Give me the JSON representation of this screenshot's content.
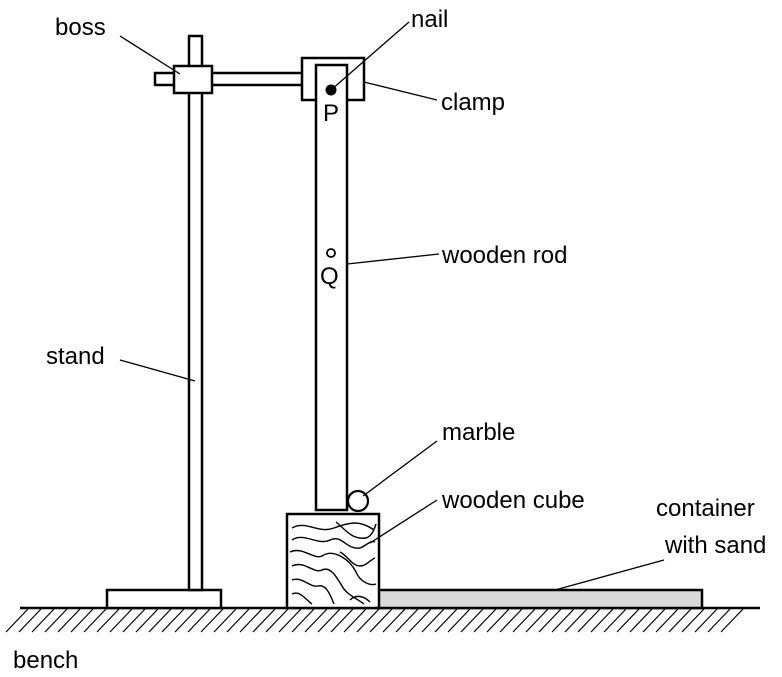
{
  "labels": {
    "boss": "boss",
    "nail": "nail",
    "clamp": "clamp",
    "point_p": "P",
    "point_q": "Q",
    "wooden_rod": "wooden rod",
    "stand": "stand",
    "marble": "marble",
    "wooden_cube": "wooden cube",
    "container_line1": "container",
    "container_line2": "with sand",
    "bench": "bench"
  },
  "colors": {
    "ink": "#000000",
    "sand": "#d9d9d9",
    "background": "#ffffff"
  }
}
